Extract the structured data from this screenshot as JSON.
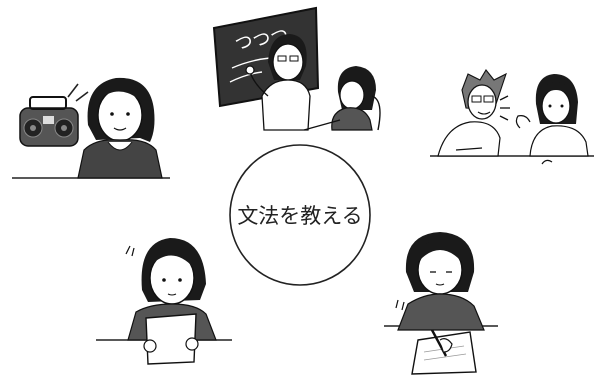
{
  "center": {
    "label": "文法を教える"
  },
  "scenes": [
    {
      "id": "listening-stereo",
      "icon": "stereo-icon"
    },
    {
      "id": "teacher-blackboard",
      "icon": "blackboard-icon",
      "board_marks": "つつつ"
    },
    {
      "id": "conversation-pair",
      "icon": "speech-icon"
    },
    {
      "id": "reading-paper",
      "icon": "paper-icon"
    },
    {
      "id": "writing-notes",
      "icon": "pen-icon"
    }
  ],
  "colors": {
    "ink": "#222222",
    "board": "#333333",
    "hair": "#1a1a1a",
    "paper": "#ffffff",
    "shirt": "#ffffff"
  }
}
